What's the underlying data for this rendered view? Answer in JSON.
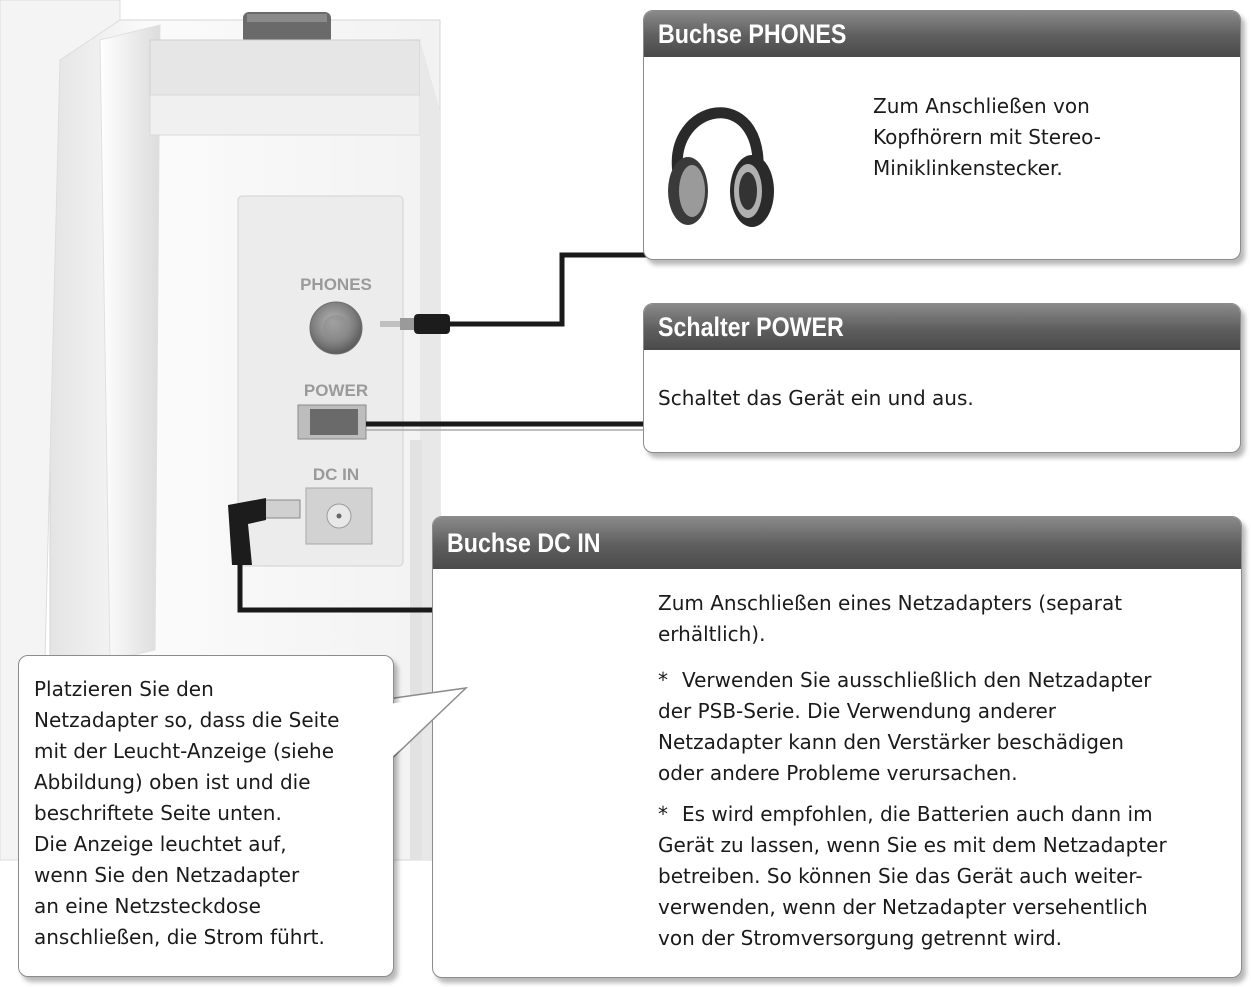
{
  "device": {
    "phones_label": "PHONES",
    "power_label": "POWER",
    "dcin_label": "DC IN"
  },
  "phones": {
    "title": "Buchse PHONES",
    "desc_lines": [
      "Zum Anschließen von",
      "Kopfhörern mit Stereo-",
      "Miniklinkenstecker."
    ]
  },
  "power": {
    "title": "Schalter POWER",
    "desc": "Schaltet das Gerät ein und aus."
  },
  "dcin": {
    "title": "Buchse DC IN",
    "desc_lines": [
      "Zum Anschließen eines Netzadapters (separat",
      "erhältlich)."
    ],
    "note1": {
      "star": "*",
      "lines": [
        "Verwenden Sie ausschließlich den Netzadapter",
        "der PSB-Serie. Die Verwendung anderer",
        "Netzadapter kann den Verstärker beschädigen",
        "oder andere Probleme verursachen."
      ]
    },
    "note2": {
      "star": "*",
      "lines": [
        "Es wird empfohlen, die Batterien auch dann im",
        "Gerät zu lassen, wenn Sie es mit dem Netzadapter",
        "betreiben. So können Sie das Gerät auch weiter-",
        "verwenden, wenn der Netzadapter versehentlich",
        "von der Stromversorgung getrennt wird."
      ]
    }
  },
  "adapter_note": {
    "lines": [
      "Platzieren Sie den",
      "Netzadapter so, dass die Seite",
      "mit der Leucht-Anzeige (siehe",
      "Abbildung) oben ist und die",
      "beschriftete Seite unten.",
      "Die Anzeige leuchtet auf,",
      "wenn Sie den Netzadapter",
      "an eine Netzsteckdose",
      "anschließen, die Strom führt."
    ]
  }
}
